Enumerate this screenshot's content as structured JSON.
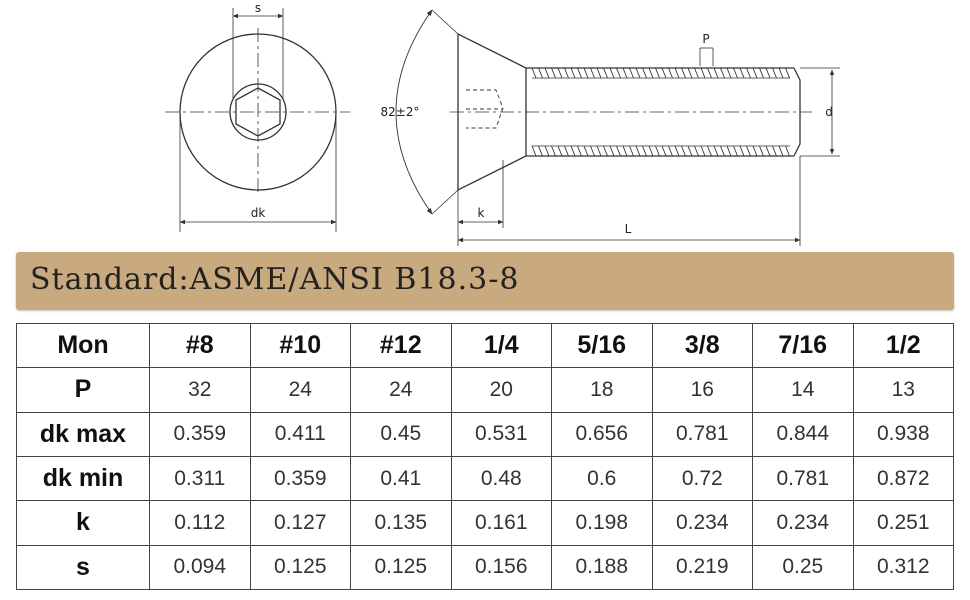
{
  "drawing": {
    "labels": {
      "s": "s",
      "dk": "dk",
      "angle": "82±2°",
      "p": "P",
      "d": "d",
      "k": "k",
      "L": "L"
    }
  },
  "banner": {
    "title": "Standard:ASME/ANSI B18.3-8"
  },
  "table": {
    "headers": [
      "Mon",
      "#8",
      "#10",
      "#12",
      "1/4",
      "5/16",
      "3/8",
      "7/16",
      "1/2"
    ],
    "rows": [
      {
        "label": "P",
        "values": [
          "32",
          "24",
          "24",
          "20",
          "18",
          "16",
          "14",
          "13"
        ]
      },
      {
        "label": "dk max",
        "values": [
          "0.359",
          "0.411",
          "0.45",
          "0.531",
          "0.656",
          "0.781",
          "0.844",
          "0.938"
        ]
      },
      {
        "label": "dk min",
        "values": [
          "0.311",
          "0.359",
          "0.41",
          "0.48",
          "0.6",
          "0.72",
          "0.781",
          "0.872"
        ]
      },
      {
        "label": "k",
        "values": [
          "0.112",
          "0.127",
          "0.135",
          "0.161",
          "0.198",
          "0.234",
          "0.234",
          "0.251"
        ]
      },
      {
        "label": "s",
        "values": [
          "0.094",
          "0.125",
          "0.125",
          "0.156",
          "0.188",
          "0.219",
          "0.25",
          "0.312"
        ]
      }
    ]
  }
}
